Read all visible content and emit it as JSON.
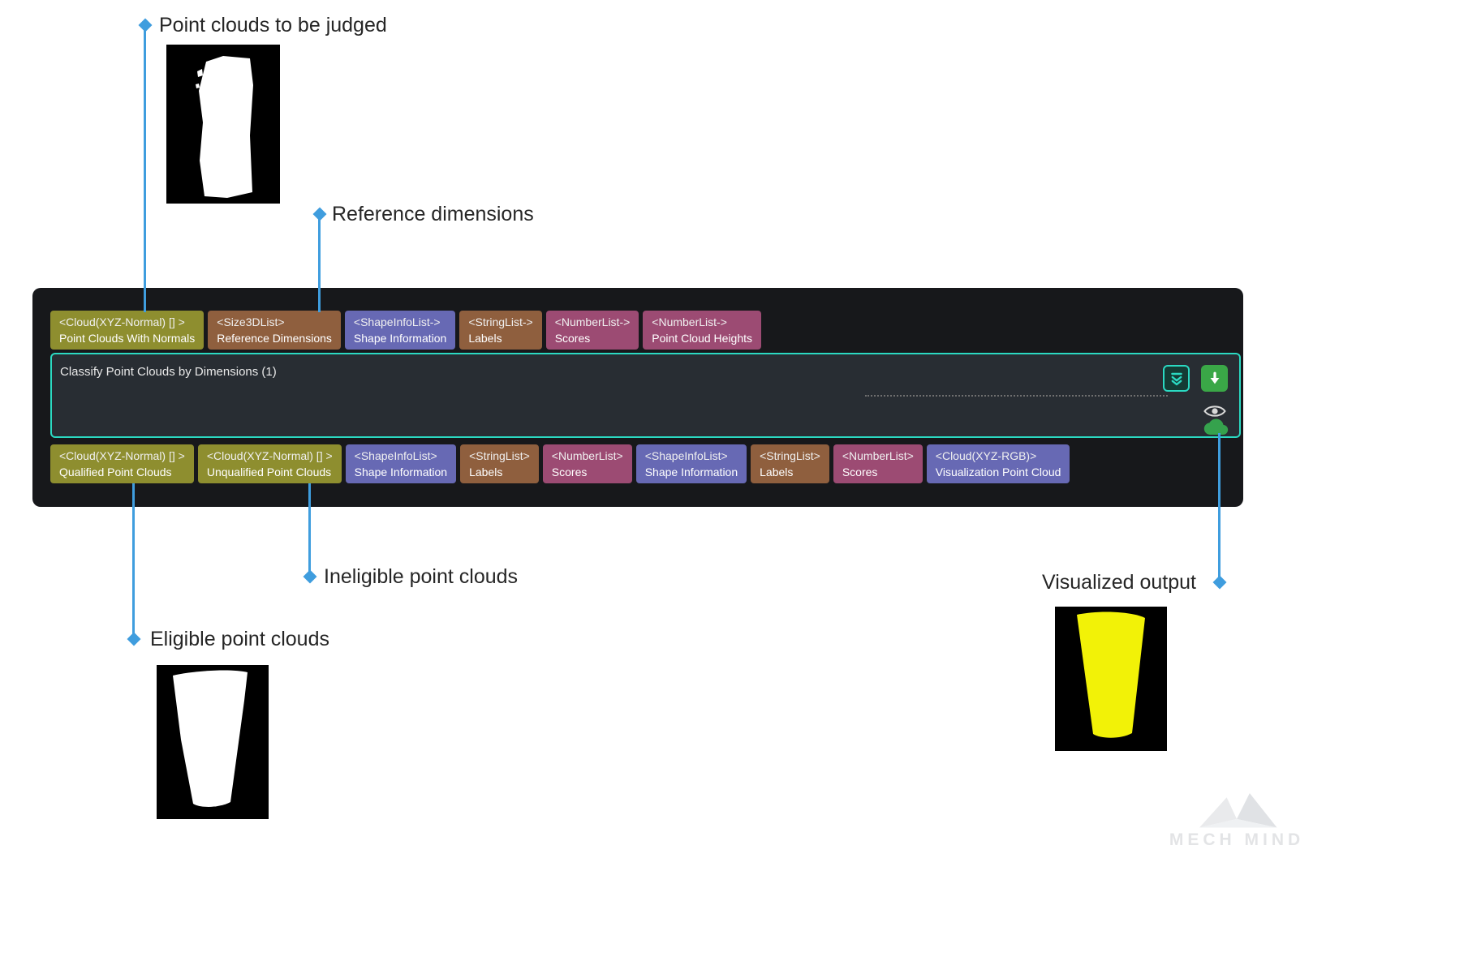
{
  "colors": {
    "annotation_blue": "#3f9dde",
    "accent_teal": "#2bd9c2",
    "button_green": "#3aa747",
    "node_background": "#17181b",
    "node_body_background": "#282d33",
    "port_olive": "#8e8e2f",
    "port_brown": "#8f5f3e",
    "port_purple": "#6769b4",
    "port_mauve": "#9c4b73",
    "cloud_white": "#ffffff",
    "cloud_yellow": "#f2f207"
  },
  "annotations": {
    "to_be_judged": "Point clouds to be judged",
    "reference_dimensions": "Reference dimensions",
    "ineligible": "Ineligible point clouds",
    "eligible": "Eligible point clouds",
    "visualized": "Visualized output"
  },
  "node": {
    "title": "Classify Point Clouds by Dimensions (1)",
    "inputs": [
      {
        "type": "<Cloud(XYZ-Normal) [] >",
        "label": "Point Clouds With Normals",
        "color": "#8e8e2f"
      },
      {
        "type": "<Size3DList>",
        "label": "Reference Dimensions",
        "color": "#8f5f3e"
      },
      {
        "type": "<ShapeInfoList->",
        "label": "Shape Information",
        "color": "#6769b4"
      },
      {
        "type": "<StringList->",
        "label": "Labels",
        "color": "#8f5f3e"
      },
      {
        "type": "<NumberList->",
        "label": "Scores",
        "color": "#9c4b73"
      },
      {
        "type": "<NumberList->",
        "label": "Point Cloud Heights",
        "color": "#9c4b73"
      }
    ],
    "outputs": [
      {
        "type": "<Cloud(XYZ-Normal) [] >",
        "label": "Qualified Point Clouds",
        "color": "#8e8e2f"
      },
      {
        "type": "<Cloud(XYZ-Normal) [] >",
        "label": "Unqualified Point Clouds",
        "color": "#8e8e2f"
      },
      {
        "type": "<ShapeInfoList>",
        "label": "Shape Information",
        "color": "#6769b4"
      },
      {
        "type": "<StringList>",
        "label": "Labels",
        "color": "#8f5f3e"
      },
      {
        "type": "<NumberList>",
        "label": "Scores",
        "color": "#9c4b73"
      },
      {
        "type": "<ShapeInfoList>",
        "label": "Shape Information",
        "color": "#6769b4"
      },
      {
        "type": "<StringList>",
        "label": "Labels",
        "color": "#8f5f3e"
      },
      {
        "type": "<NumberList>",
        "label": "Scores",
        "color": "#9c4b73"
      },
      {
        "type": "<Cloud(XYZ-RGB)>",
        "label": "Visualization Point Cloud",
        "color": "#6769b4"
      }
    ]
  },
  "watermark": "MECH MIND"
}
